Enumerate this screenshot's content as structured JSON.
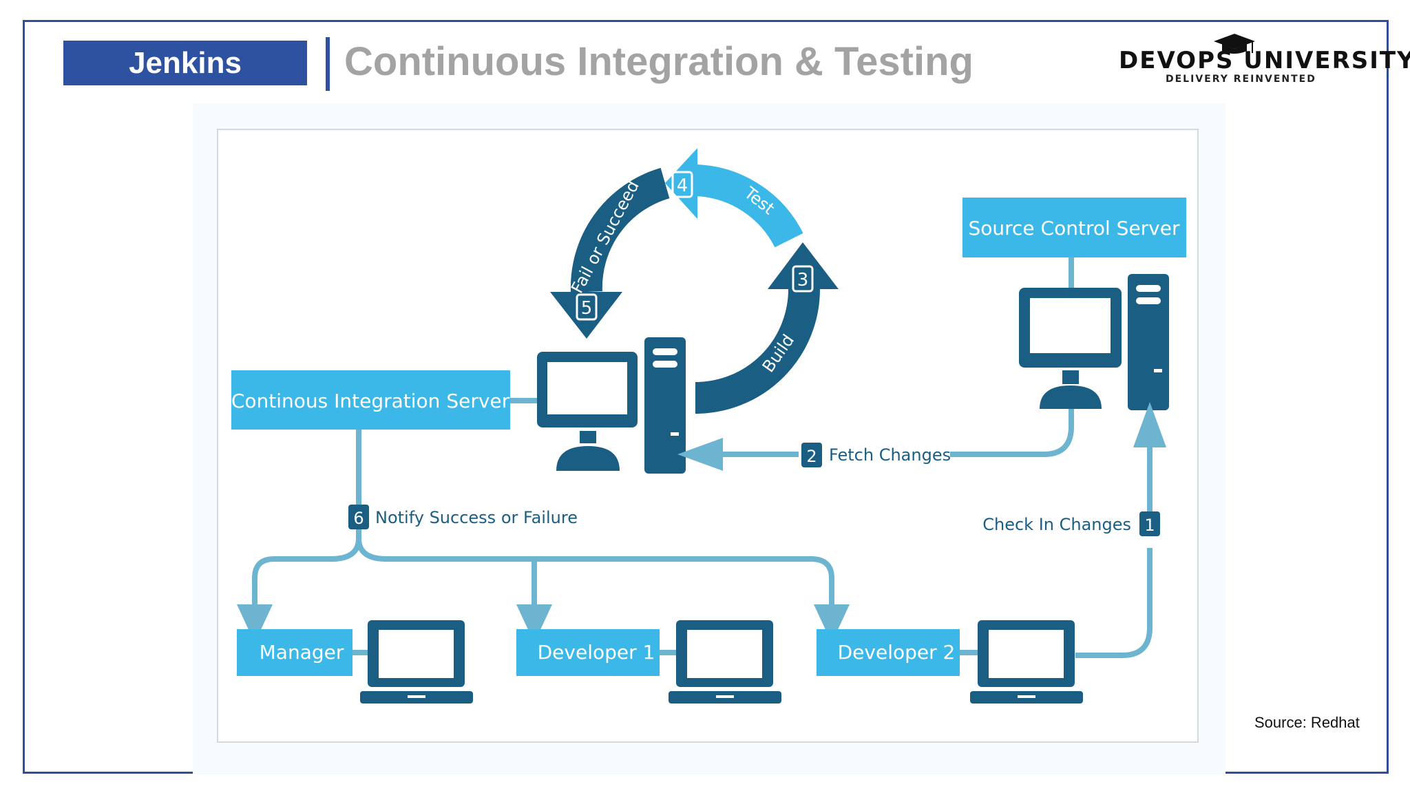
{
  "header": {
    "tag_label": "Jenkins",
    "title": "Continuous Integration & Testing"
  },
  "logo": {
    "name": "DEVOPS UNIVERSITY",
    "tagline": "DELIVERY REINVENTED"
  },
  "diagram": {
    "ci_server": "Continous Integration Server",
    "source_control": "Source Control Server",
    "steps": [
      {
        "num": "1",
        "label": "Check In Changes"
      },
      {
        "num": "2",
        "label": "Fetch Changes"
      },
      {
        "num": "3",
        "label": "Build"
      },
      {
        "num": "4",
        "label": "Test"
      },
      {
        "num": "5",
        "label": "Fail or Succeed"
      },
      {
        "num": "6",
        "label": "Notify Success or Failure"
      }
    ],
    "clients": [
      "Manager",
      "Developer 1",
      "Developer 2"
    ]
  },
  "colors": {
    "dark_blue": "#1a5e84",
    "light_blue": "#3cb8e8",
    "connector": "#6cb4d0",
    "brand_blue": "#2e52a0"
  },
  "footer": {
    "source": "Source: Redhat"
  }
}
